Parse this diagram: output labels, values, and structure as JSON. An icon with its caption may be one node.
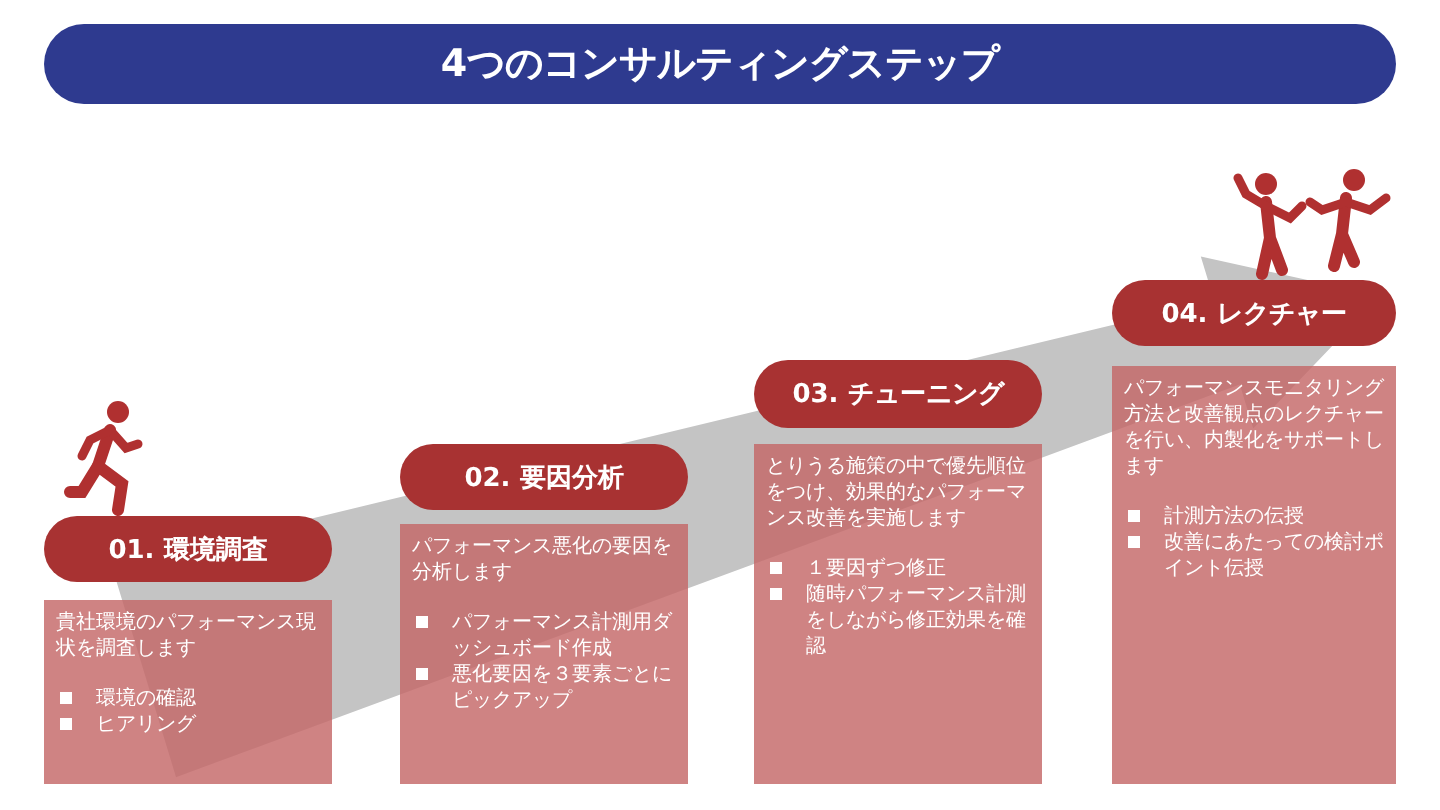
{
  "diagram": {
    "title": "4つのコンサルティングステップ",
    "nodes": [
      {
        "text": [
          "01. 環境調査"
        ]
      },
      {
        "text": [
          "貴社環境のパフォーマンス現状を調査します",
          "環境の確認",
          "ヒアリング"
        ]
      },
      {
        "text": [
          "02. 要因分析"
        ]
      },
      {
        "text": [
          "パフォーマンス悪化の要因を分析します",
          "パフォーマンス計測用ダッシュボード作成",
          "悪化要因を３要素ごとにピックアップ"
        ]
      },
      {
        "text": [
          "03. チューニング"
        ]
      },
      {
        "text": [
          "とりうる施策の中で優先順位をつけ、効果的なパフォーマンス改善を実施します",
          "１要因ずつ修正",
          "随時パフォーマンス計測をしながら修正効果を確認"
        ]
      },
      {
        "text": [
          "04. レクチャー"
        ]
      },
      {
        "text": [
          "パフォーマンスモニタリング方法と改善観点のレクチャーを行い、内製化をサポートします",
          "計測方法の伝授",
          "改善にあたっての検討ポイント伝授"
        ]
      }
    ],
    "edges": [
      {
        "from": 0,
        "to": 6,
        "arrow": "to",
        "style": "thick"
      }
    ]
  }
}
